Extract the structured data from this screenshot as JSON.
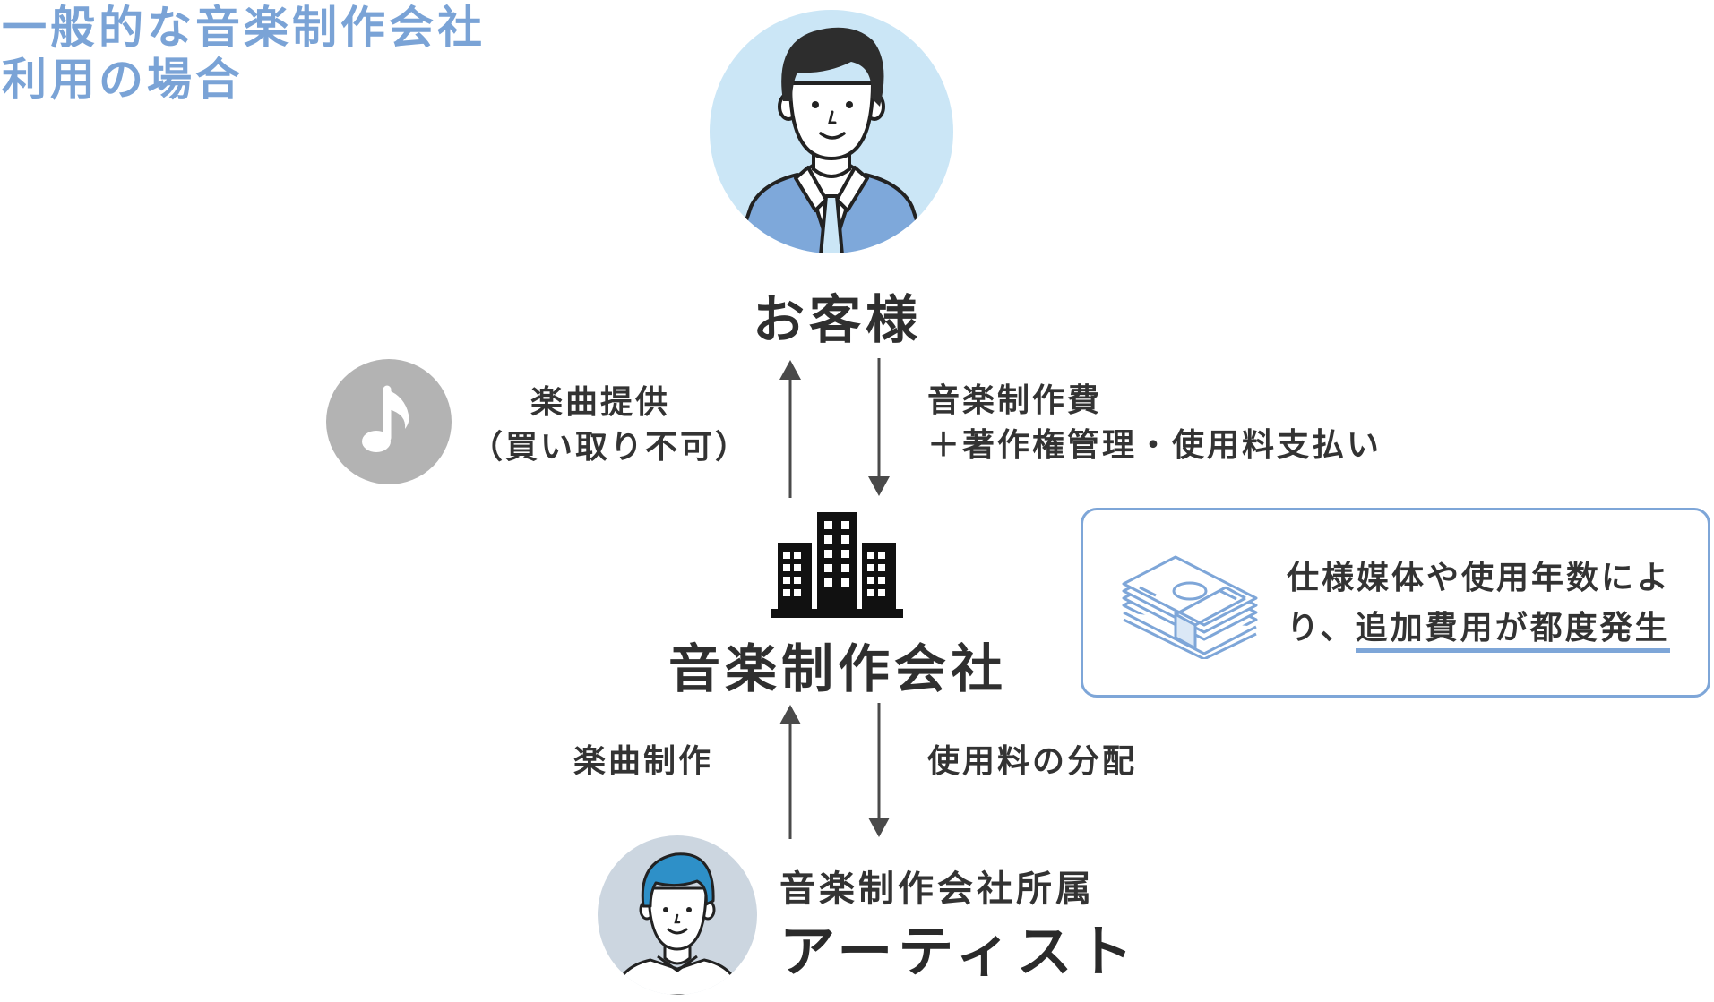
{
  "heading": {
    "line1": "一般的な音楽制作会社",
    "line2": "利用の場合"
  },
  "nodes": {
    "customer": "お客様",
    "company": "音楽制作会社",
    "artist_sub": "音楽制作会社所属",
    "artist_main": "アーティスト"
  },
  "flows": {
    "provide_line1": "楽曲提供",
    "provide_line2": "（買い取り不可）",
    "fee_line1": "音楽制作費",
    "fee_line2": "＋著作権管理・使用料支払い",
    "produce": "楽曲制作",
    "distribute": "使用料の分配"
  },
  "note": {
    "line1": "仕様媒体や使用年数によ",
    "line2_plain": "り、",
    "line2_emphasis": "追加費用が都度発生"
  },
  "colors": {
    "accent": "#7aa3d6",
    "text": "#2f2f2f",
    "arrow": "#4a4a4a",
    "customer_bg": "#cbe6f6",
    "artist_bg": "#ccd6e0",
    "music_icon_bg": "#b3b3b3"
  },
  "icons": [
    "customer-avatar",
    "music-note-icon",
    "building-icon",
    "money-stack-icon",
    "artist-avatar"
  ]
}
